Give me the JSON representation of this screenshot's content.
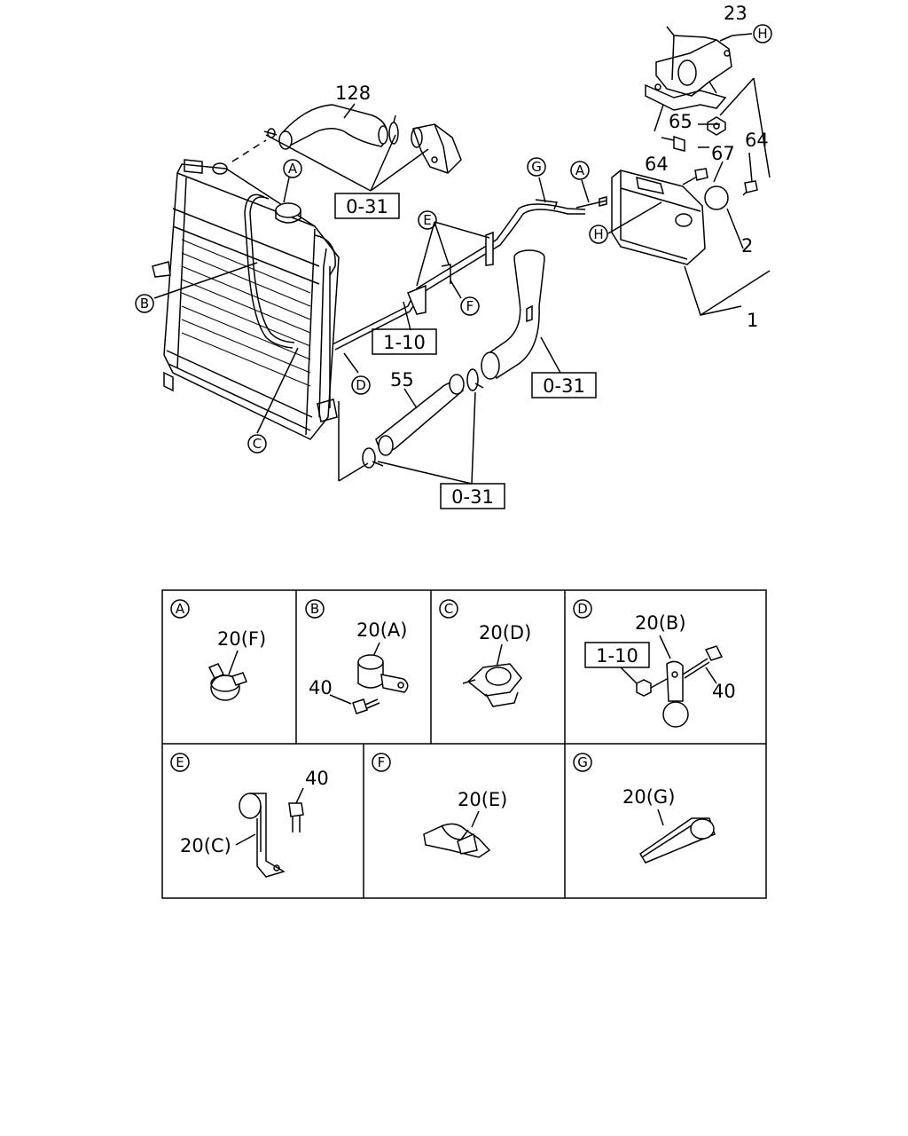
{
  "callouts": {
    "p23": "23",
    "p128": "128",
    "p65": "65",
    "p67": "67",
    "p64a": "64",
    "p64b": "64",
    "p2": "2",
    "p1": "1",
    "p55": "55"
  },
  "refs": {
    "ref_031_top": "0-31",
    "ref_110": "1-10",
    "ref_031_mid": "0-31",
    "ref_031_bot": "0-31"
  },
  "markers": {
    "A": "A",
    "B": "B",
    "C": "C",
    "D": "D",
    "E": "E",
    "F": "F",
    "G": "G",
    "H": "H"
  },
  "details": {
    "A": {
      "part": "20(F)"
    },
    "B": {
      "part": "20(A)",
      "bolt": "40"
    },
    "C": {
      "part": "20(D)"
    },
    "D": {
      "part": "20(B)",
      "bolt": "40",
      "ref": "1-10"
    },
    "E": {
      "part": "20(C)",
      "bolt": "40"
    },
    "F": {
      "part": "20(E)"
    },
    "G": {
      "part": "20(G)"
    }
  }
}
